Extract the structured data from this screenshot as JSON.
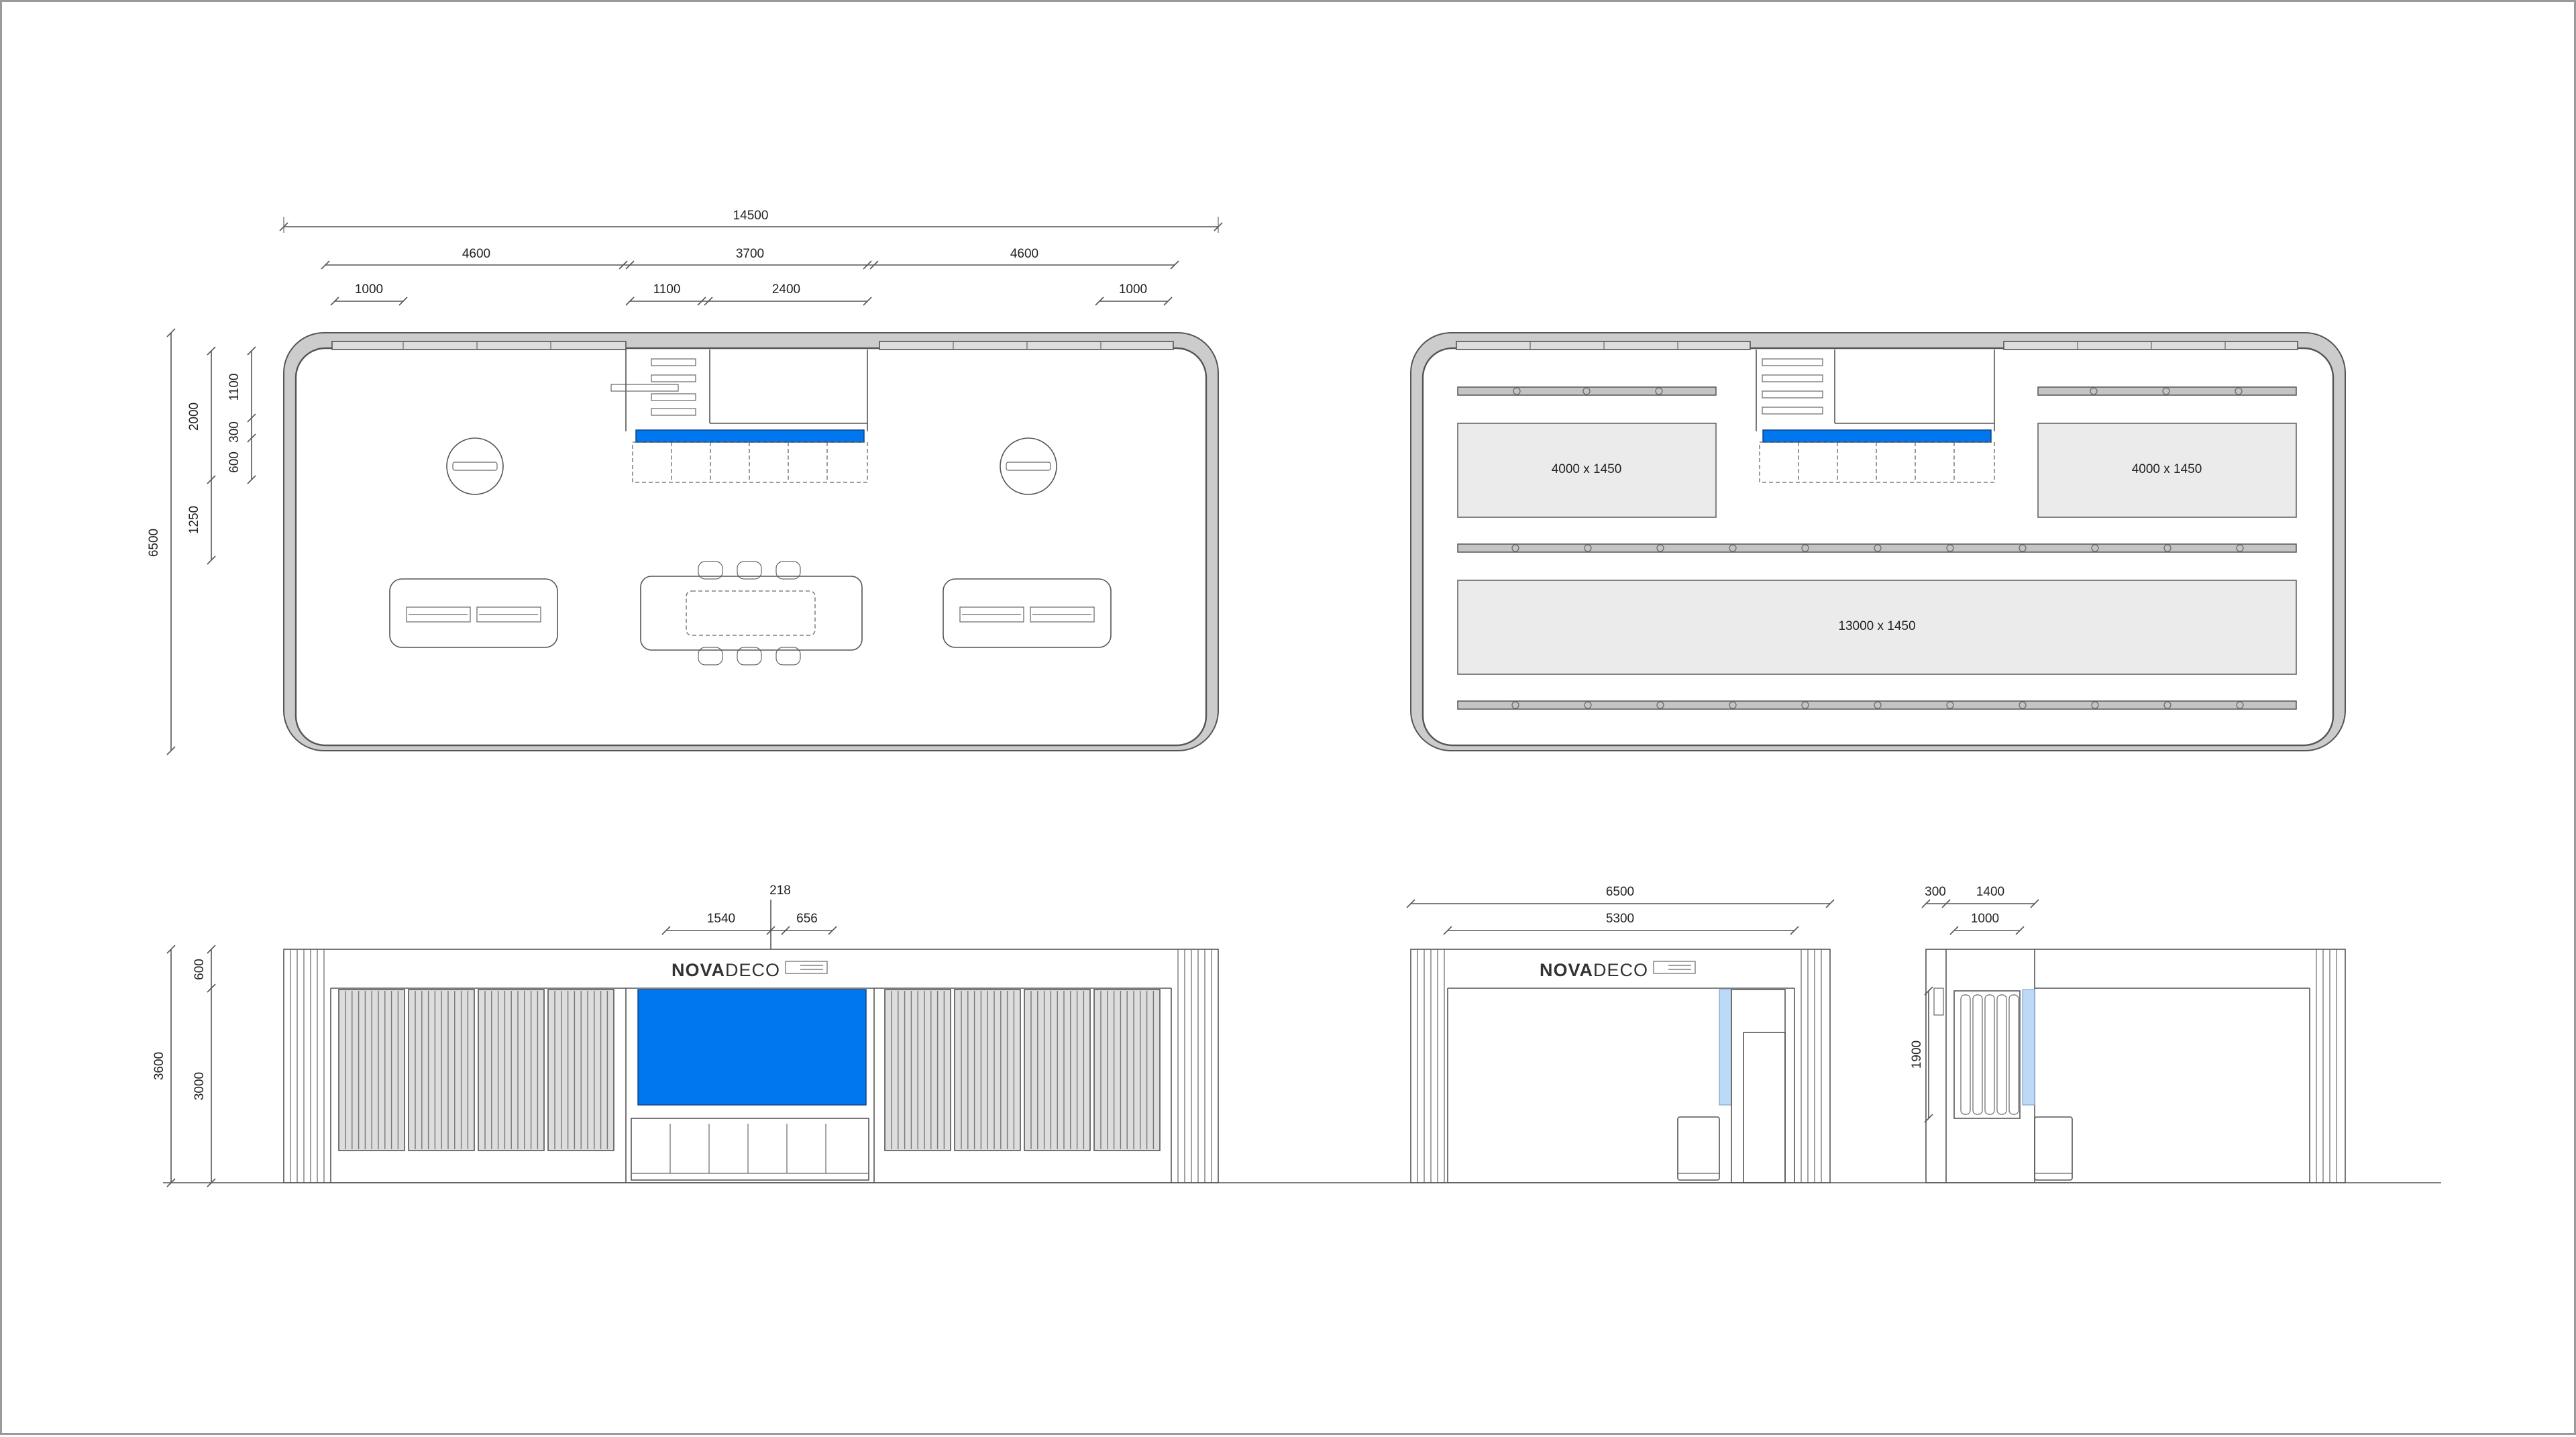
{
  "top_dimensions": {
    "total": "14500",
    "segments": [
      "4600",
      "3700",
      "4600"
    ],
    "sub_segments": [
      "1000",
      "1100",
      "2400",
      "1000"
    ]
  },
  "side_dimensions": {
    "total": "6500",
    "outer": [
      "2000",
      "1250"
    ],
    "inner": [
      "1100",
      "300",
      "600"
    ]
  },
  "zones": {
    "left_top": "4000 x 1450",
    "right_top": "4000 x 1450",
    "bottom": "13000 x 1450"
  },
  "front_elevation": {
    "dims": [
      "218",
      "1540",
      "656"
    ],
    "height_total": "3600",
    "height_parts": [
      "600",
      "3000"
    ]
  },
  "side_elevation": {
    "dims": [
      "6500",
      "5300"
    ]
  },
  "right_elevation": {
    "dims": [
      "300",
      "1400",
      "1000"
    ],
    "height": "1900"
  },
  "brand": {
    "nova": "NOVA",
    "deco": "DECO"
  },
  "colors": {
    "screen_blue": "#0077ee",
    "light_blue": "#bcd9f7",
    "wall_grey": "#cccccc"
  }
}
